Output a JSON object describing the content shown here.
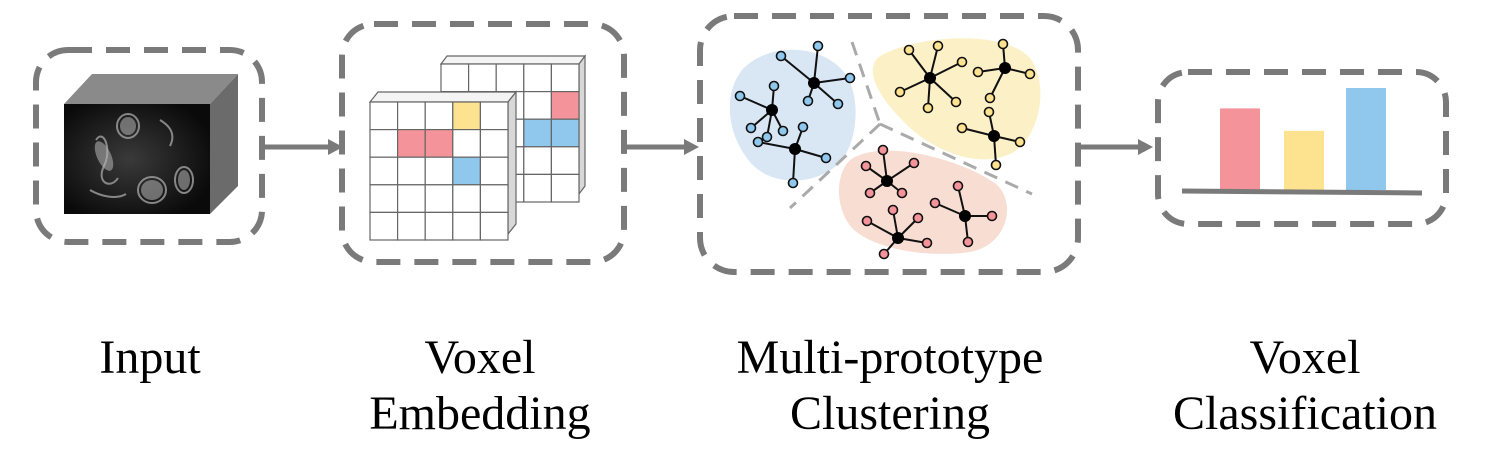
{
  "stages": [
    {
      "id": "input",
      "lines": [
        "Input"
      ]
    },
    {
      "id": "voxel-embedding",
      "lines": [
        "Voxel",
        "Embedding"
      ]
    },
    {
      "id": "multi-prototype-clustering",
      "lines": [
        "Multi-prototype",
        "Clustering"
      ]
    },
    {
      "id": "voxel-classification",
      "lines": [
        "Voxel",
        "Classification"
      ]
    }
  ],
  "colors": {
    "frame": "#7a7a7a",
    "arrow": "#7a7a7a",
    "red": "#f4939a",
    "yellow": "#fde28f",
    "blue": "#8fc8ec",
    "cluster_blue": "#d9e6f4",
    "cluster_yellow": "#fcf0c7",
    "cluster_red": "#f8ddd2"
  },
  "classification_bars": [
    {
      "color": "red",
      "value": 0.8
    },
    {
      "color": "yellow",
      "value": 0.58
    },
    {
      "color": "blue",
      "value": 1.0
    }
  ]
}
